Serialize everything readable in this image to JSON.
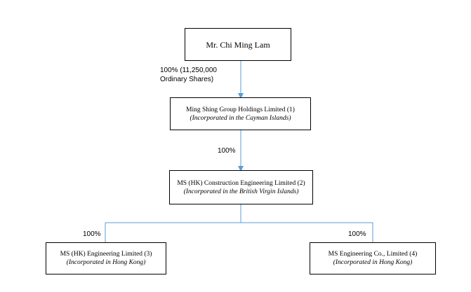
{
  "colors": {
    "connector": "#5b9bd5",
    "border": "#000000"
  },
  "owner": {
    "name": "Mr. Chi Ming Lam"
  },
  "ownership_labels": {
    "owner_to_holdings": [
      "100% (11,250,000",
      "Ordinary Shares)"
    ],
    "holdings_to_construction": "100%",
    "construction_to_hk_engineering": "100%",
    "construction_to_ms_engineering": "100%"
  },
  "entities": {
    "holdings": {
      "name": "Ming Shing Group Holdings Limited ",
      "note": "(1)",
      "incorporation": "(Incorporated in the Cayman Islands)"
    },
    "construction": {
      "name": "MS (HK) Construction Engineering Limited ",
      "note": "(2)",
      "incorporation": "(Incorporated in the British Virgin Islands)"
    },
    "hk_engineering": {
      "name": "MS (HK) Engineering Limited ",
      "note": "(3)",
      "incorporation": "(Incorporated in Hong Kong)"
    },
    "ms_engineering": {
      "name": "MS Engineering Co., Limited ",
      "note": "(4)",
      "incorporation": "(Incorporated in Hong Kong)"
    }
  }
}
